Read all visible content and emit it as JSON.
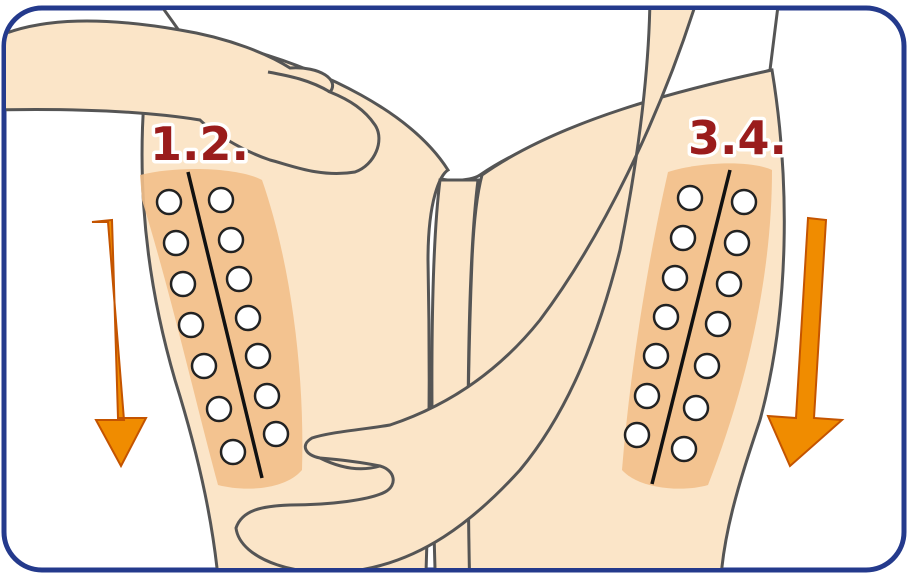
{
  "labels": {
    "left_steps": "1.2.",
    "right_steps": "3.4."
  },
  "colors": {
    "frame_border": "#243a8c",
    "skin": "#fbe5c8",
    "skin_outline": "#555555",
    "massage_zone": "#f2bf8a",
    "arrow_fill": "#f08c00",
    "arrow_outline": "#c45400",
    "label_text": "#9a1c1c",
    "point_fill": "#ffffff",
    "point_outline": "#222222"
  },
  "icons": [
    "down-arrow-icon",
    "acupressure-point-icon"
  ],
  "massage_direction": "downward",
  "points_per_column": 7,
  "columns_per_leg": 2
}
